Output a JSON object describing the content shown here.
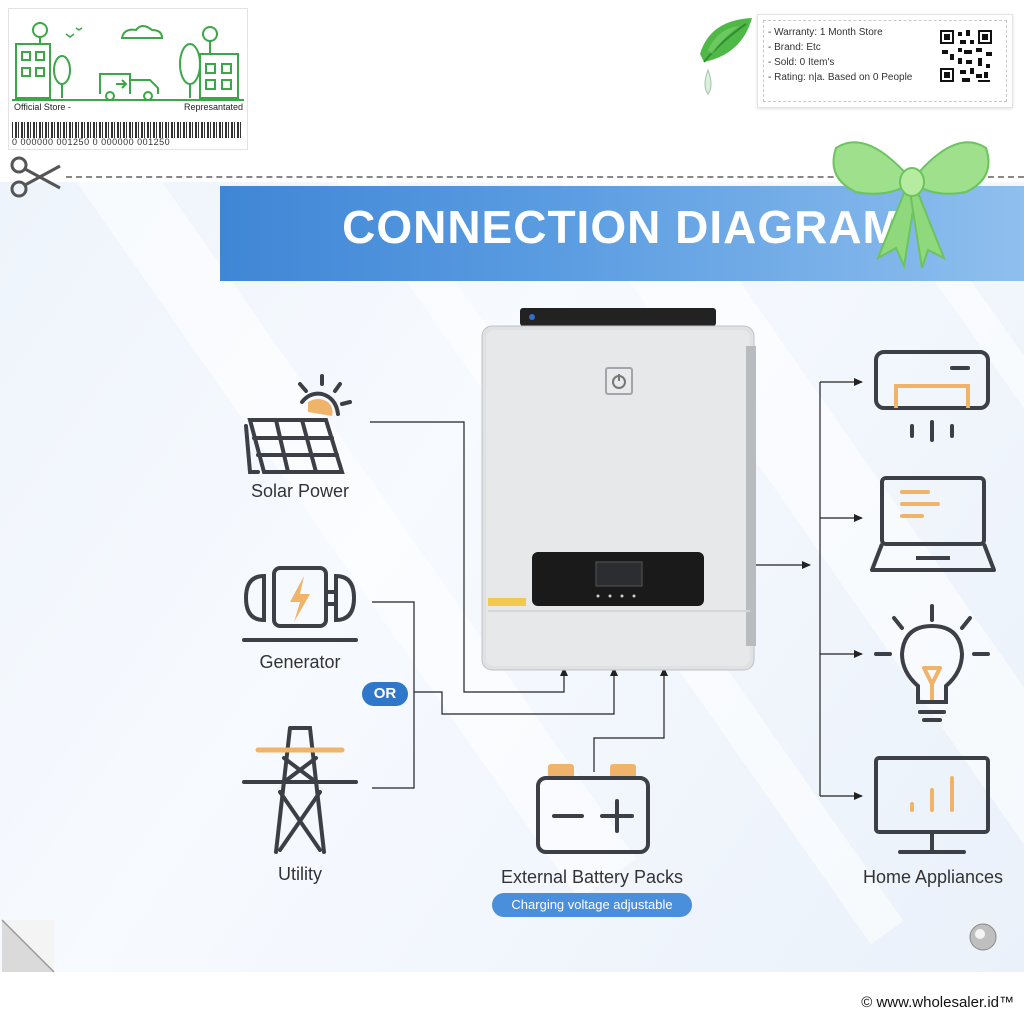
{
  "stamp": {
    "left_label": "Official Store -",
    "right_label": "Represantated",
    "barcode_number": "0 000000 001250 0 000000 001250"
  },
  "info": {
    "warranty": "- Warranty: 1 Month Store",
    "brand": "- Brand: Etc",
    "sold": "- Sold: 0 Item's",
    "rating": "- Rating: n|a. Based on 0 People"
  },
  "banner": {
    "title": "CONNECTION DIAGRAM"
  },
  "sources": {
    "solar": "Solar Power",
    "generator": "Generator",
    "utility": "Utility",
    "or": "OR"
  },
  "battery": {
    "label": "External Battery Packs",
    "pill": "Charging voltage adjustable"
  },
  "loads": {
    "label": "Home Appliances"
  },
  "footer": {
    "copyright": "© www.wholesaler.id™"
  },
  "colors": {
    "banner_blue": "#4a8fdb",
    "icon_dark": "#3c3f45",
    "icon_accent": "#f0b36a",
    "leaf_green": "#47b04b"
  }
}
